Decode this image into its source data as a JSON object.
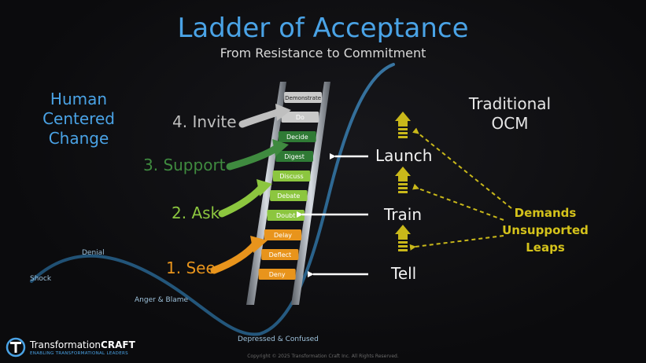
{
  "title": "Ladder of Acceptance",
  "subtitle": "From Resistance to Commitment",
  "left_heading": "Human Centered Change",
  "right_heading": "Traditional OCM",
  "rungs": [
    "Demonstrate",
    "Do",
    "Decide",
    "Digest",
    "Discuss",
    "Debate",
    "Doubt",
    "Delay",
    "Deflect",
    "Deny"
  ],
  "stages": [
    {
      "label": "4. Invite",
      "color": "#bfbfbf"
    },
    {
      "label": "3. Support",
      "color": "#3f8a3f"
    },
    {
      "label": "2. Ask",
      "color": "#8cc63f"
    },
    {
      "label": "1. See",
      "color": "#e8941c"
    }
  ],
  "ocm_steps": [
    "Launch",
    "Train",
    "Tell"
  ],
  "demands": "Demands Unsupported Leaps",
  "curve_labels": {
    "shock": "Shock",
    "denial": "Denial",
    "anger": "Anger & Blame",
    "depressed": "Depressed & Confused"
  },
  "logo": {
    "name_plain": "Transformation",
    "name_bold": "CRAFT",
    "tagline": "ENABLING TRANSFORMATIONAL LEADERS"
  },
  "copyright": "Copyright © 2025 Transformation Craft Inc. All Rights Reserved.",
  "colors": {
    "title_blue": "#4aa3e6",
    "demands_yellow": "#d4c21b",
    "rung_grey": "#c9c9c9",
    "rung_dark_green": "#2f7a35",
    "rung_light_green": "#8cc63f",
    "rung_orange": "#e8941c"
  }
}
